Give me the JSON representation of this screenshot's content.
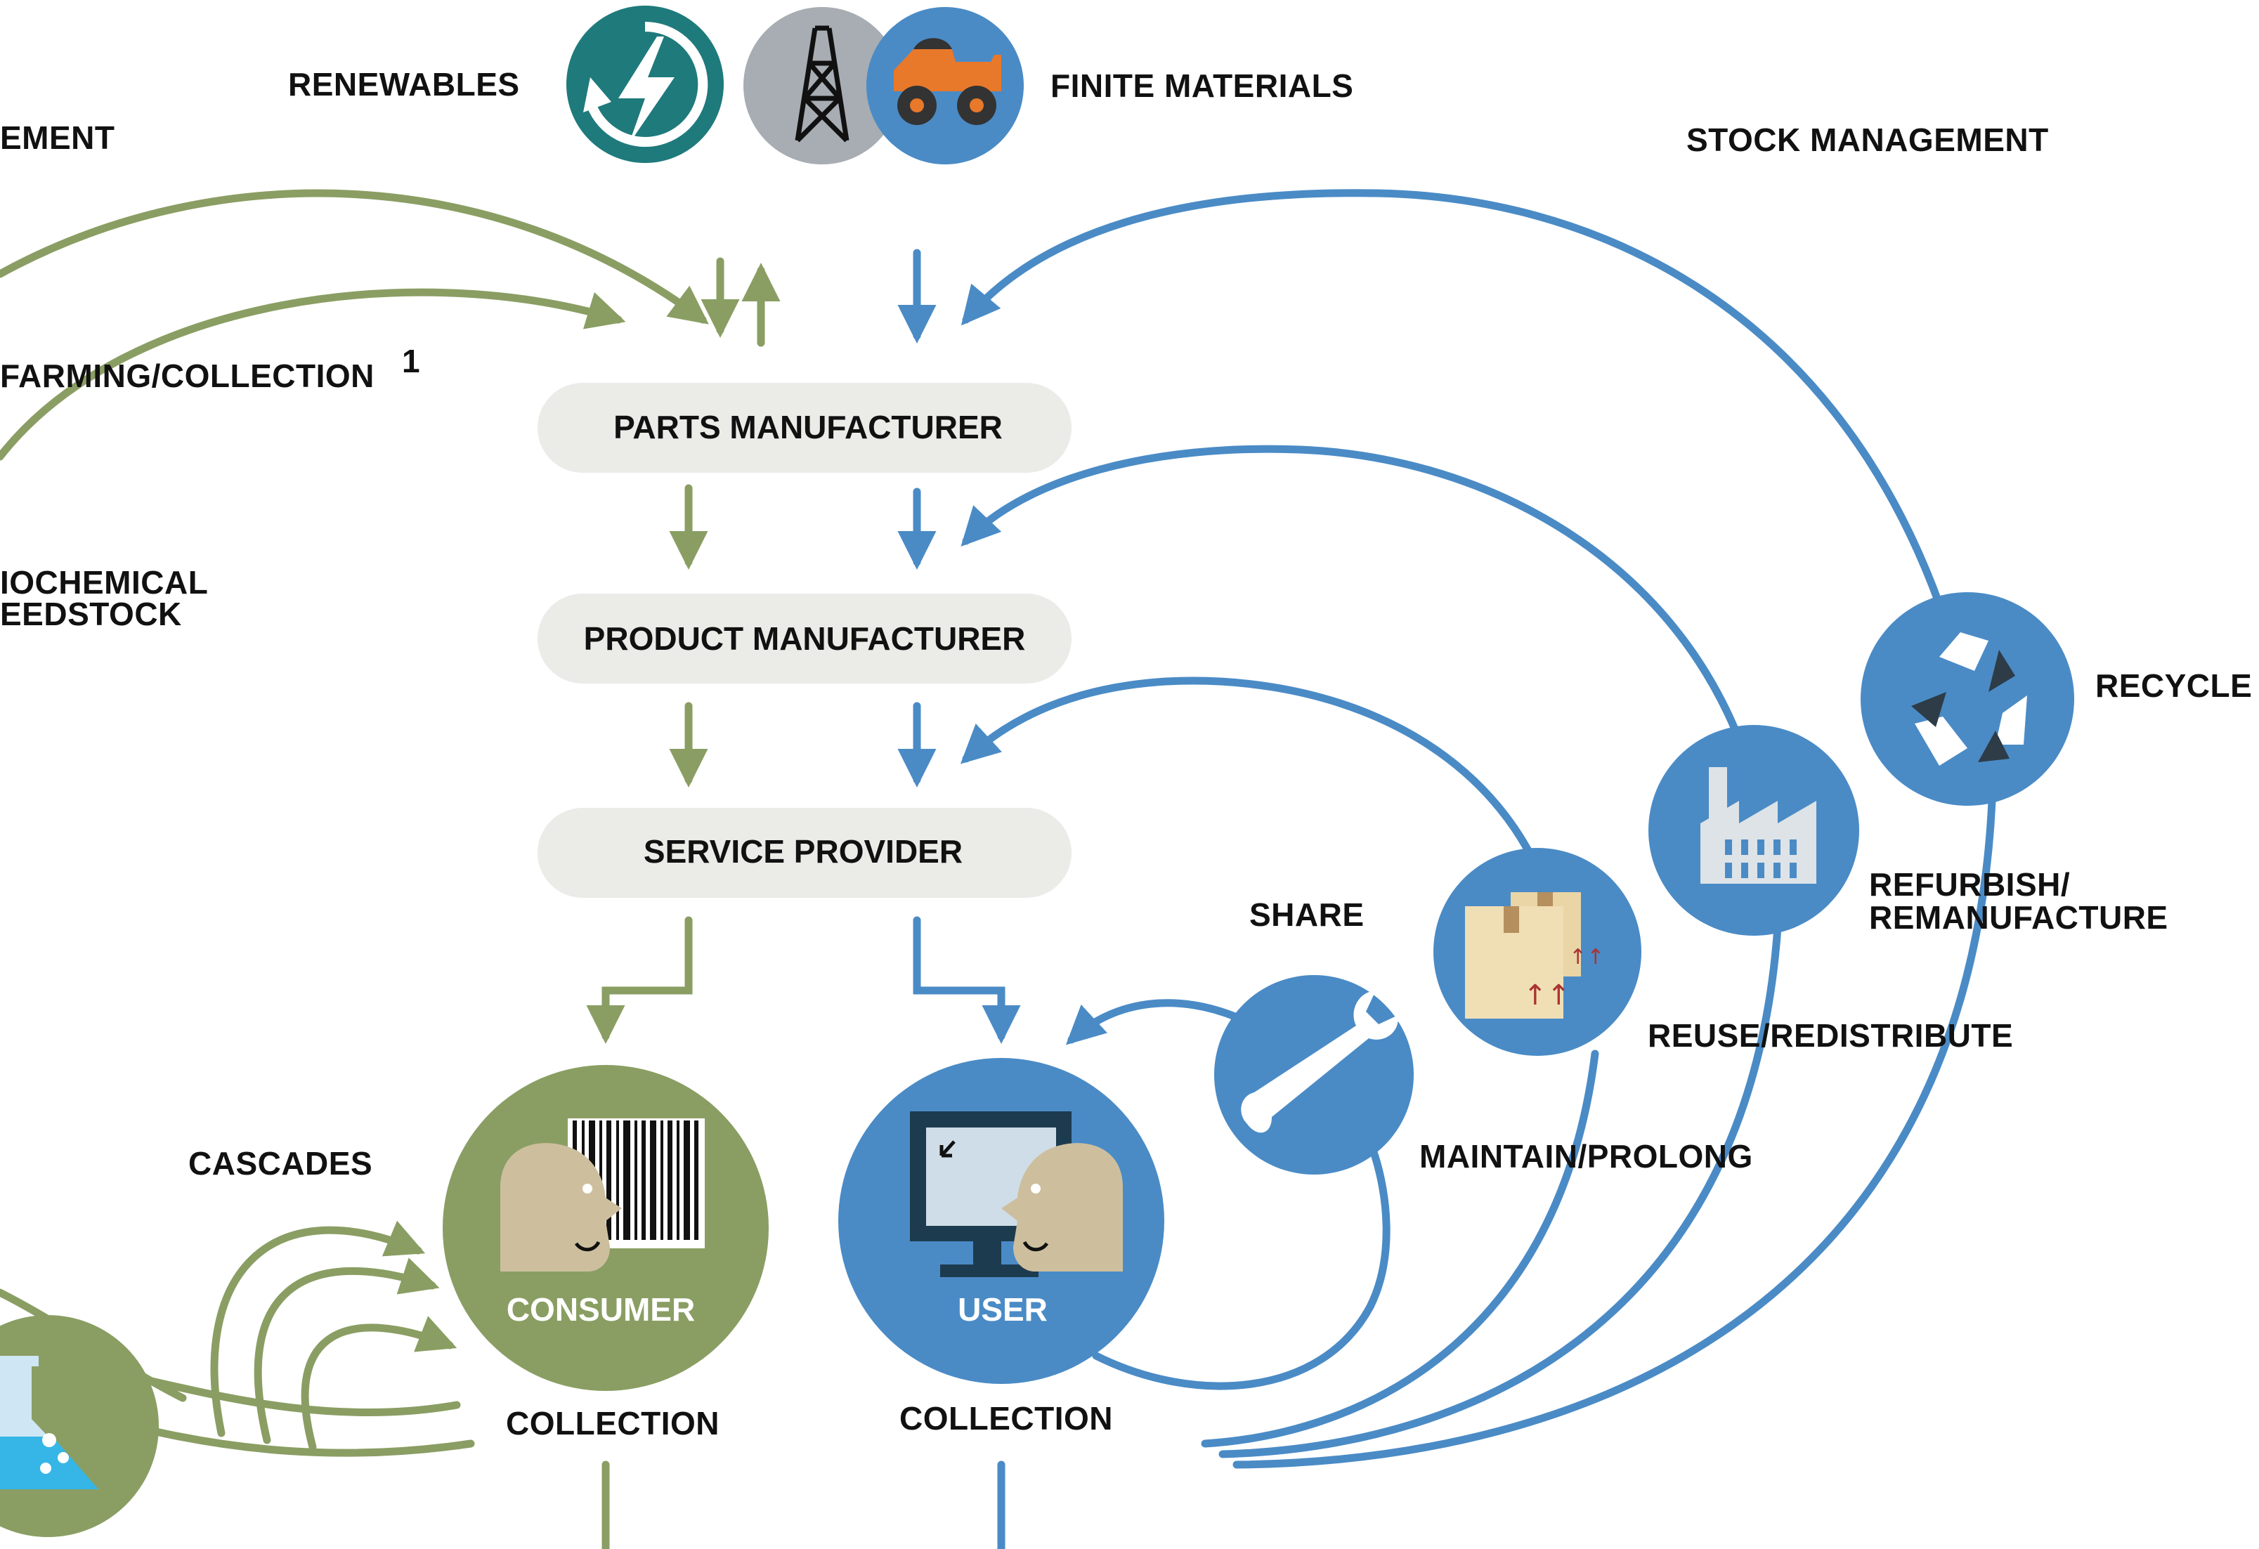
{
  "colors": {
    "green": "#8a9e63",
    "blue": "#4a8bc6",
    "box_fill": "#ebebe8",
    "teal": "#1f7a7c",
    "grey": "#a7adb2",
    "orange": "#e8782a",
    "skin": "#cdbf9e",
    "box_tan": "#f0dfb5",
    "flask": "#35b6e6"
  },
  "sources": {
    "renewables": "RENEWABLES",
    "finite_materials": "FINITE MATERIALS",
    "renewables_icon": "renewable-energy-icon",
    "oil_icon": "oil-derrick-icon",
    "mining_icon": "mining-truck-icon"
  },
  "left_labels": {
    "management_fragment": "EMENT",
    "farming": "FARMING/COLLECTION",
    "farming_footnote": "1",
    "biochemical_line1": "IOCHEMICAL",
    "biochemical_line2": "EEDSTOCK",
    "cascades": "CASCADES"
  },
  "chain": {
    "parts_manufacturer": "PARTS MANUFACTURER",
    "product_manufacturer": "PRODUCT MANUFACTURER",
    "service_provider": "SERVICE PROVIDER"
  },
  "endpoints": {
    "consumer": "CONSUMER",
    "user": "USER",
    "collection_consumer": "COLLECTION",
    "collection_user": "COLLECTION"
  },
  "loops": {
    "stock_management": "STOCK MANAGEMENT",
    "share": "SHARE",
    "maintain": "MAINTAIN/PROLONG",
    "reuse": "REUSE/REDISTRIBUTE",
    "refurbish_line1": "REFURBISH/",
    "refurbish_line2": "REMANUFACTURE",
    "recycle": "RECYCLE",
    "wrench_icon": "wrench-icon",
    "boxes_icon": "boxes-icon",
    "factory_icon": "factory-icon",
    "recycle_icon": "recycle-icon"
  }
}
